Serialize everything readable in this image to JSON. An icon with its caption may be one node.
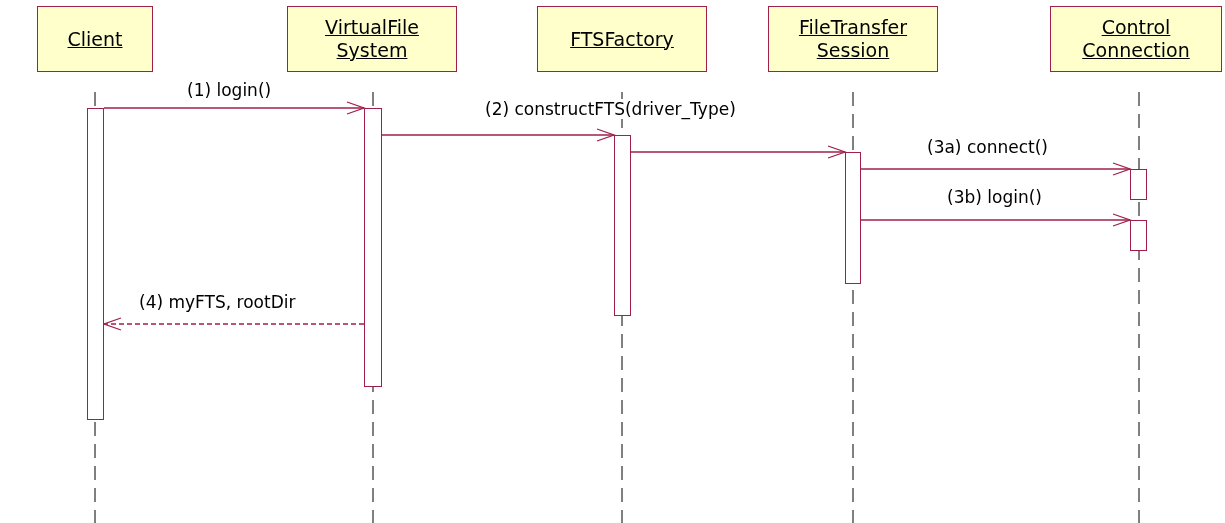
{
  "diagram": {
    "nodes": [
      {
        "text": [
          "Client"
        ]
      },
      {
        "text": [
          "VirtualFile System"
        ]
      },
      {
        "text": [
          "FTSFactory"
        ]
      },
      {
        "text": [
          "FileTransfer Session"
        ]
      },
      {
        "text": [
          "Control Connection"
        ]
      },
      {
        "text": [],
        "shape": "bar"
      },
      {
        "text": [],
        "shape": "bar"
      },
      {
        "text": [],
        "shape": "bar"
      },
      {
        "text": [],
        "shape": "bar"
      },
      {
        "text": [],
        "shape": "bar"
      },
      {
        "text": [],
        "shape": "bar"
      }
    ],
    "edges": [
      {
        "from": 5,
        "to": 6,
        "arrow": "to",
        "label": "(1) login()"
      },
      {
        "from": 6,
        "to": 7,
        "arrow": "to",
        "label": "(2) constructFTS(driver_Type)"
      },
      {
        "from": 7,
        "to": 8,
        "arrow": "to"
      },
      {
        "from": 8,
        "to": 9,
        "arrow": "to",
        "label": "(3a) connect()"
      },
      {
        "from": 8,
        "to": 10,
        "arrow": "to",
        "label": "(3b) login()"
      },
      {
        "from": 6,
        "to": 5,
        "arrow": "to",
        "label": "(4) myFTS, rootDir",
        "style": "dashed"
      }
    ]
  }
}
